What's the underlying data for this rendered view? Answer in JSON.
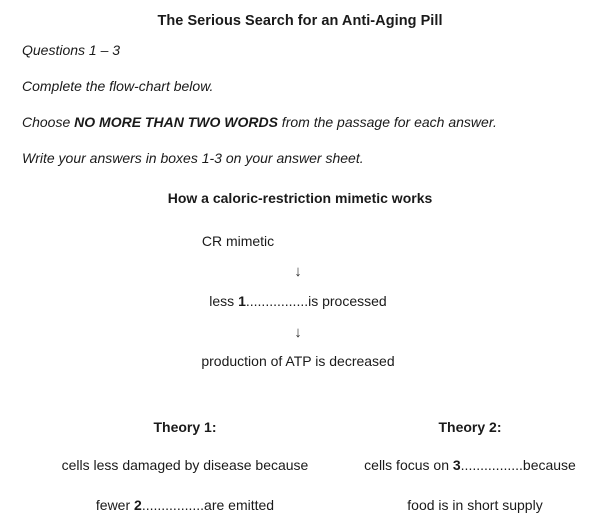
{
  "document": {
    "title": "The Serious Search for an Anti-Aging Pill"
  },
  "instructions": {
    "questions_range": "Questions 1 – 3",
    "task": "Complete the flow-chart below.",
    "wordlimit_prefix": "Choose ",
    "wordlimit_emphasis": "NO MORE THAN TWO WORDS",
    "wordlimit_suffix": " from the passage for each answer.",
    "answer_sheet": "Write your answers in boxes 1-3 on your answer sheet."
  },
  "flowchart": {
    "heading": "How a caloric-restriction mimetic works",
    "node_1": "CR mimetic",
    "arrow_1": "↓",
    "node_2_prefix": "less ",
    "node_2_gap_number": "1",
    "node_2_gap_dots": "................",
    "node_2_suffix": "is processed",
    "arrow_2": "↓",
    "node_3": "production of ATP is decreased"
  },
  "theories": {
    "left": {
      "title": "Theory 1:",
      "line_1": "cells less damaged by disease because",
      "line_2_prefix": "fewer ",
      "line_2_gap_number": "2",
      "line_2_gap_dots": "................",
      "line_2_suffix": "are emitted"
    },
    "right": {
      "title": "Theory 2:",
      "line_1_prefix": "cells focus on ",
      "line_1_gap_number": "3",
      "line_1_gap_dots": "................",
      "line_1_suffix": "because",
      "line_2": "food is in short supply"
    }
  }
}
